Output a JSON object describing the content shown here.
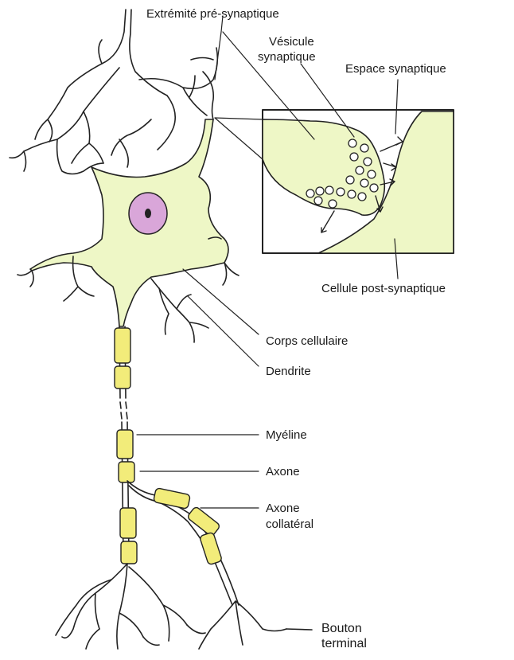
{
  "labels": {
    "presynaptic": "Extrémité pré-synaptique",
    "vesicle_1": "Vésicule",
    "vesicle_2": "synaptique",
    "synaptic_space": "Espace synaptique",
    "postsynaptic_cell": "Cellule post-synaptique",
    "cell_body": "Corps cellulaire",
    "dendrite": "Dendrite",
    "myelin": "Myéline",
    "axon": "Axone",
    "collateral_1": "Axone",
    "collateral_2": "collatéral",
    "terminal_1": "Bouton",
    "terminal_2": "terminal"
  },
  "colors": {
    "cell_fill": "#eef7c6",
    "myelin_fill": "#f2ec7a",
    "nucleus_fill": "#d9a6d9",
    "outline": "#222222"
  }
}
